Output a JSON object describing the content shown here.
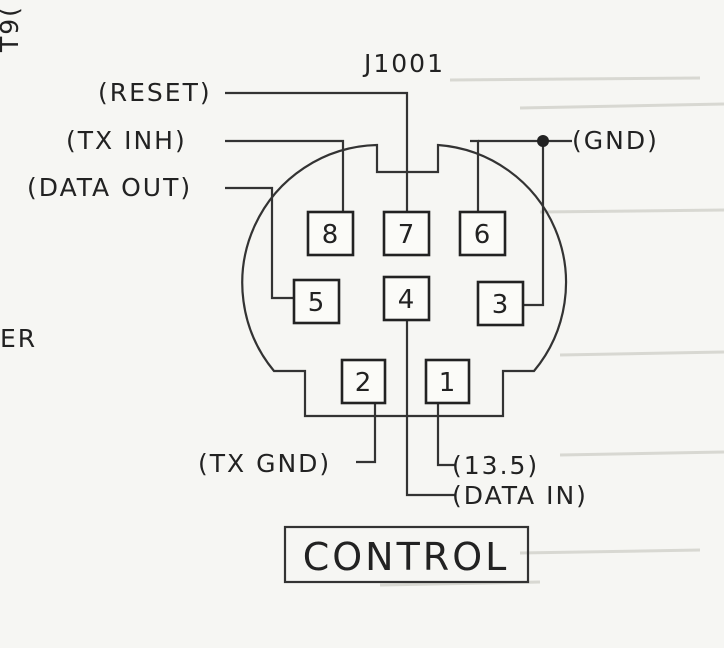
{
  "connector": {
    "ref": "J1001",
    "title": "CONTROL"
  },
  "side_text": {
    "top": "T9(",
    "left": "ER"
  },
  "signals": {
    "reset": "(RESET)",
    "tx_inh": "(TX INH)",
    "data_out": "(DATA OUT)",
    "gnd": "(GND)",
    "tx_gnd": "(TX GND)",
    "v13_5": "(13.5)",
    "data_in": "(DATA IN)"
  },
  "pins": [
    "8",
    "7",
    "6",
    "5",
    "4",
    "3",
    "2",
    "1"
  ]
}
